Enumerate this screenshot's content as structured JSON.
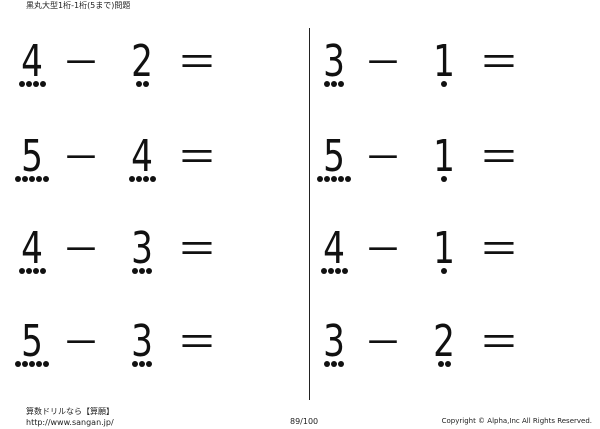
{
  "header": {
    "title": "黒丸大型1桁-1桁(5まで)問題"
  },
  "problems": [
    {
      "a": "4",
      "a_dots": 4,
      "op": "－",
      "b": "2",
      "b_dots": 2,
      "eq": "＝"
    },
    {
      "a": "5",
      "a_dots": 5,
      "op": "－",
      "b": "4",
      "b_dots": 4,
      "eq": "＝"
    },
    {
      "a": "4",
      "a_dots": 4,
      "op": "－",
      "b": "3",
      "b_dots": 3,
      "eq": "＝"
    },
    {
      "a": "5",
      "a_dots": 5,
      "op": "－",
      "b": "3",
      "b_dots": 3,
      "eq": "＝"
    },
    {
      "a": "3",
      "a_dots": 3,
      "op": "－",
      "b": "1",
      "b_dots": 1,
      "eq": "＝"
    },
    {
      "a": "5",
      "a_dots": 5,
      "op": "－",
      "b": "1",
      "b_dots": 1,
      "eq": "＝"
    },
    {
      "a": "4",
      "a_dots": 4,
      "op": "－",
      "b": "1",
      "b_dots": 1,
      "eq": "＝"
    },
    {
      "a": "3",
      "a_dots": 3,
      "op": "－",
      "b": "2",
      "b_dots": 2,
      "eq": "＝"
    }
  ],
  "footer": {
    "site_name": "算数ドリルなら【算願】",
    "url": "http://www.sangan.jp/",
    "page": "89/100",
    "copyright": "Copyright © Alpha,Inc All Rights Reserved."
  }
}
